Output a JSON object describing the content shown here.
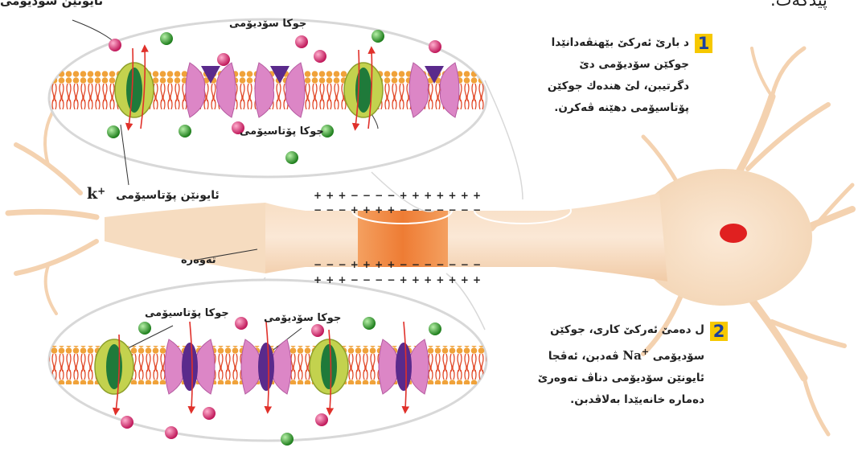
{
  "labels": {
    "top_left_ion": "ئایونێن سۆدیۆمی",
    "top_right_fragment": "پێدکەت.",
    "sodium_gate_top": "جوکا سۆدیۆمی",
    "potassium_gate_top": "جوکا پۆتاسیۆمی",
    "potassium_ions_label": "ئایونێن پۆتاسیۆمی",
    "potassium_symbol": "k",
    "superscript_plus": "+",
    "axon": "تەوەرە",
    "potassium_gate_bottom": "جوکا پۆتاسیۆمی",
    "sodium_gate_bottom": "جوکا سۆدیۆمی"
  },
  "charges": {
    "upper_outer": "+ + + − − − − + + + + + + +",
    "upper_inner": "− − − + + + + − − − − − − −",
    "lower_inner": "− − − + + + + − − − − − − −",
    "lower_outer": "+ + + − − − − + + + + + + +"
  },
  "notes": [
    {
      "number": "1",
      "lines": [
        "د بارێ ئەرکێ بێهنڤەدانێدا",
        "جوکێن سۆدیۆمی دێ",
        "دگرتیبن، لێ هندەك جوکێن",
        "پۆتاسیۆمی دهێنە ڤەکرن."
      ]
    },
    {
      "number": "2",
      "line1": "ل دەمێ ئەرکێ کاری، جوکێن",
      "line2_before": "سۆدیۆمی ",
      "line2_symbol": "Na",
      "line2_after": " ڤەدبن، ئەڤجا",
      "line3": "ئایونێن سۆدیۆمی دناڤ تەوەرێ",
      "line4": "دەمارە خانەیێدا بەلاڤدبن."
    }
  ],
  "colors": {
    "sodium_ion": "#d6306e",
    "potassium_ion": "#2f9a2c",
    "membrane_lipid": "#f0a23a",
    "sodium_channel": "#d97fbf",
    "potassium_channel": "#b5c84a",
    "depolarized_band": "#f08a3c",
    "neuron_body": "#f6dcc0",
    "badge": "#f6c800"
  }
}
